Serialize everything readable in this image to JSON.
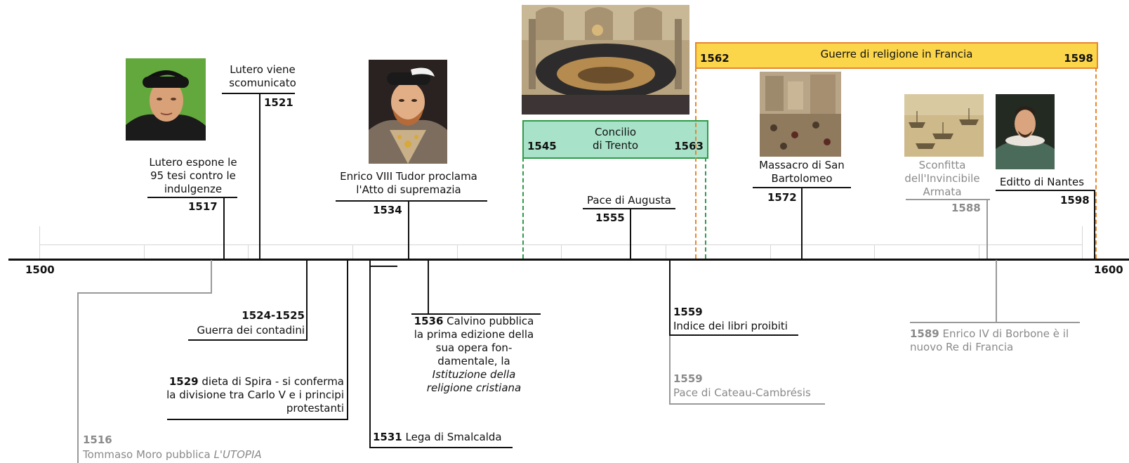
{
  "axis": {
    "start": "1500",
    "end": "1600"
  },
  "events_above": [
    {
      "id": "luther_theses",
      "label": "Lutero espone le\n95 tesi contro le\nindulgenze",
      "year": "1517"
    },
    {
      "id": "luther_excom",
      "label": "Lutero viene\nscomunicato",
      "year": "1521"
    },
    {
      "id": "henry",
      "label": "Enrico VIII Tudor proclama\nl'Atto di supremazia",
      "year": "1534"
    },
    {
      "id": "augsburg",
      "label": "Pace di Augusta",
      "year": "1555"
    },
    {
      "id": "bartholomew",
      "label": "Massacro di San\nBartolomeo",
      "year": "1572"
    },
    {
      "id": "armada",
      "label": "Sconfitta\ndell'Invincibile\nArmata",
      "year": "1588"
    },
    {
      "id": "nantes",
      "label": "Editto di Nantes",
      "year": "1598"
    }
  ],
  "events_below": [
    {
      "id": "peasants",
      "year": "1524-1525",
      "label": "Guerra dei contadini"
    },
    {
      "id": "speyer",
      "year": "1529",
      "label": " dieta di Spira - si conferma\nla divisione tra Carlo V e i principi\nprotestanti"
    },
    {
      "id": "smalcalda",
      "year": "1531",
      "label": " Lega di Smalcalda"
    },
    {
      "id": "calvin",
      "year": "1536",
      "label_a": " Calvino pubblica\nla prima edizione  della\nsua opera fon-\ndamentale, la",
      "label_b": "Istituzione della\nreligione cristiana"
    },
    {
      "id": "index",
      "year": "1559",
      "label": "Indice dei libri proibiti"
    },
    {
      "id": "cateau",
      "year": "1559",
      "label": "Pace di Cateau-Cambrésis"
    },
    {
      "id": "henry4",
      "year": "1589",
      "label": " Enrico IV di Borbone è il\nnuovo Re di Francia"
    },
    {
      "id": "moro",
      "year": "1516",
      "label_a": "Tommaso Moro pubblica ",
      "label_b": "L'UTOPIA"
    }
  ],
  "periods": [
    {
      "id": "trent",
      "title": "Concilio\ndi Trento",
      "start": "1545",
      "end": "1563",
      "color": "#a8e2c9",
      "border": "#2e9b4a"
    },
    {
      "id": "france",
      "title": "Guerre di religione in Francia",
      "start": "1562",
      "end": "1598",
      "color": "#fbd54a",
      "border": "#e8862a"
    }
  ]
}
